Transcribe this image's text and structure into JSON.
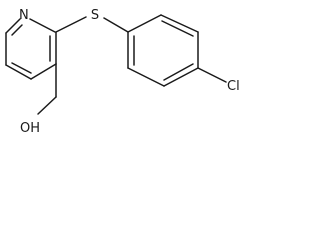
{
  "molecule": {
    "atoms": {
      "nitrogen": "N",
      "sulfur": "S",
      "chlorine": "Cl",
      "hydroxyl": "OH"
    }
  },
  "colors": {
    "bond": "#1a1a1a",
    "label": "#1a1a1a",
    "background": "#ffffff"
  }
}
